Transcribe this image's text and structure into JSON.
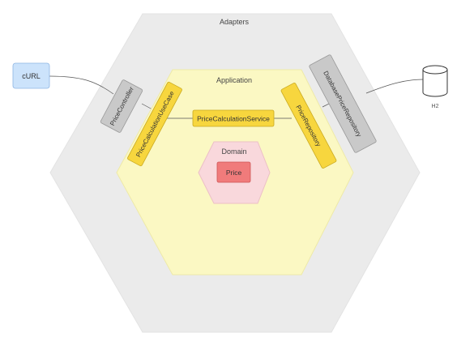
{
  "adapters": {
    "label": "Adapters"
  },
  "application": {
    "label": "Application"
  },
  "domain": {
    "label": "Domain",
    "entity": "Price"
  },
  "client": {
    "label": "cURL"
  },
  "controller": {
    "label": "PriceController"
  },
  "use_case": {
    "label": "PriceCalculationUseCase"
  },
  "service": {
    "label": "PriceCalculationService"
  },
  "repository_port": {
    "label": "PriceRepository"
  },
  "repository_adapter": {
    "label": "DatabasePriceRepository"
  },
  "database": {
    "label": "H2",
    "icon": "database-icon"
  },
  "colors": {
    "adapters_fill": "#ebebeb",
    "application_fill": "#fbf8c3",
    "domain_fill": "#f9d8dc",
    "entity_fill": "#f07b7b",
    "port_fill": "#f7d63e",
    "adapter_fill": "#c9c9c9",
    "client_fill": "#cce3fb"
  }
}
